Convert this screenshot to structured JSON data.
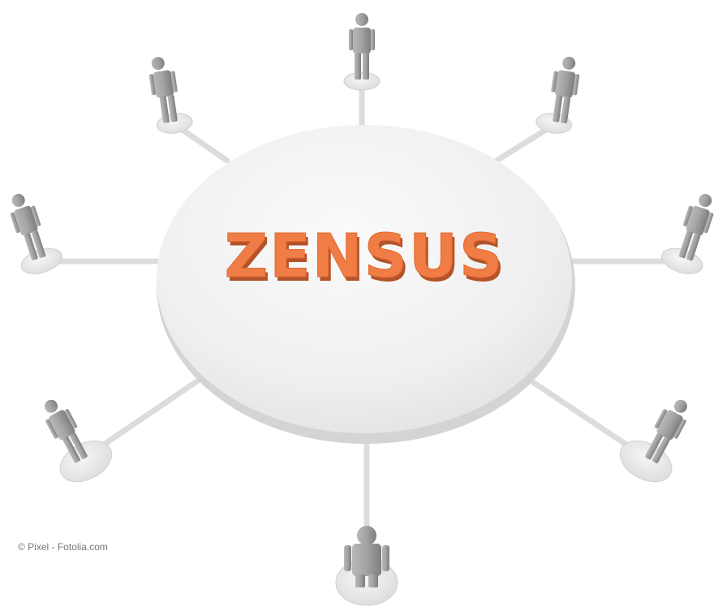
{
  "title": "ZENSUS",
  "credit": "© Pixel - Fotolia.com",
  "figure_count": 8,
  "colors": {
    "background": "#ffffff",
    "table_top": "#f3f3f3",
    "table_edge": "#d6d6d6",
    "connector": "#dcdcdc",
    "figure": "#9c9c9c",
    "base": "#ececec",
    "title_fill": "#ef7d45",
    "title_shadow": "#b4532a",
    "credit": "#777777"
  }
}
